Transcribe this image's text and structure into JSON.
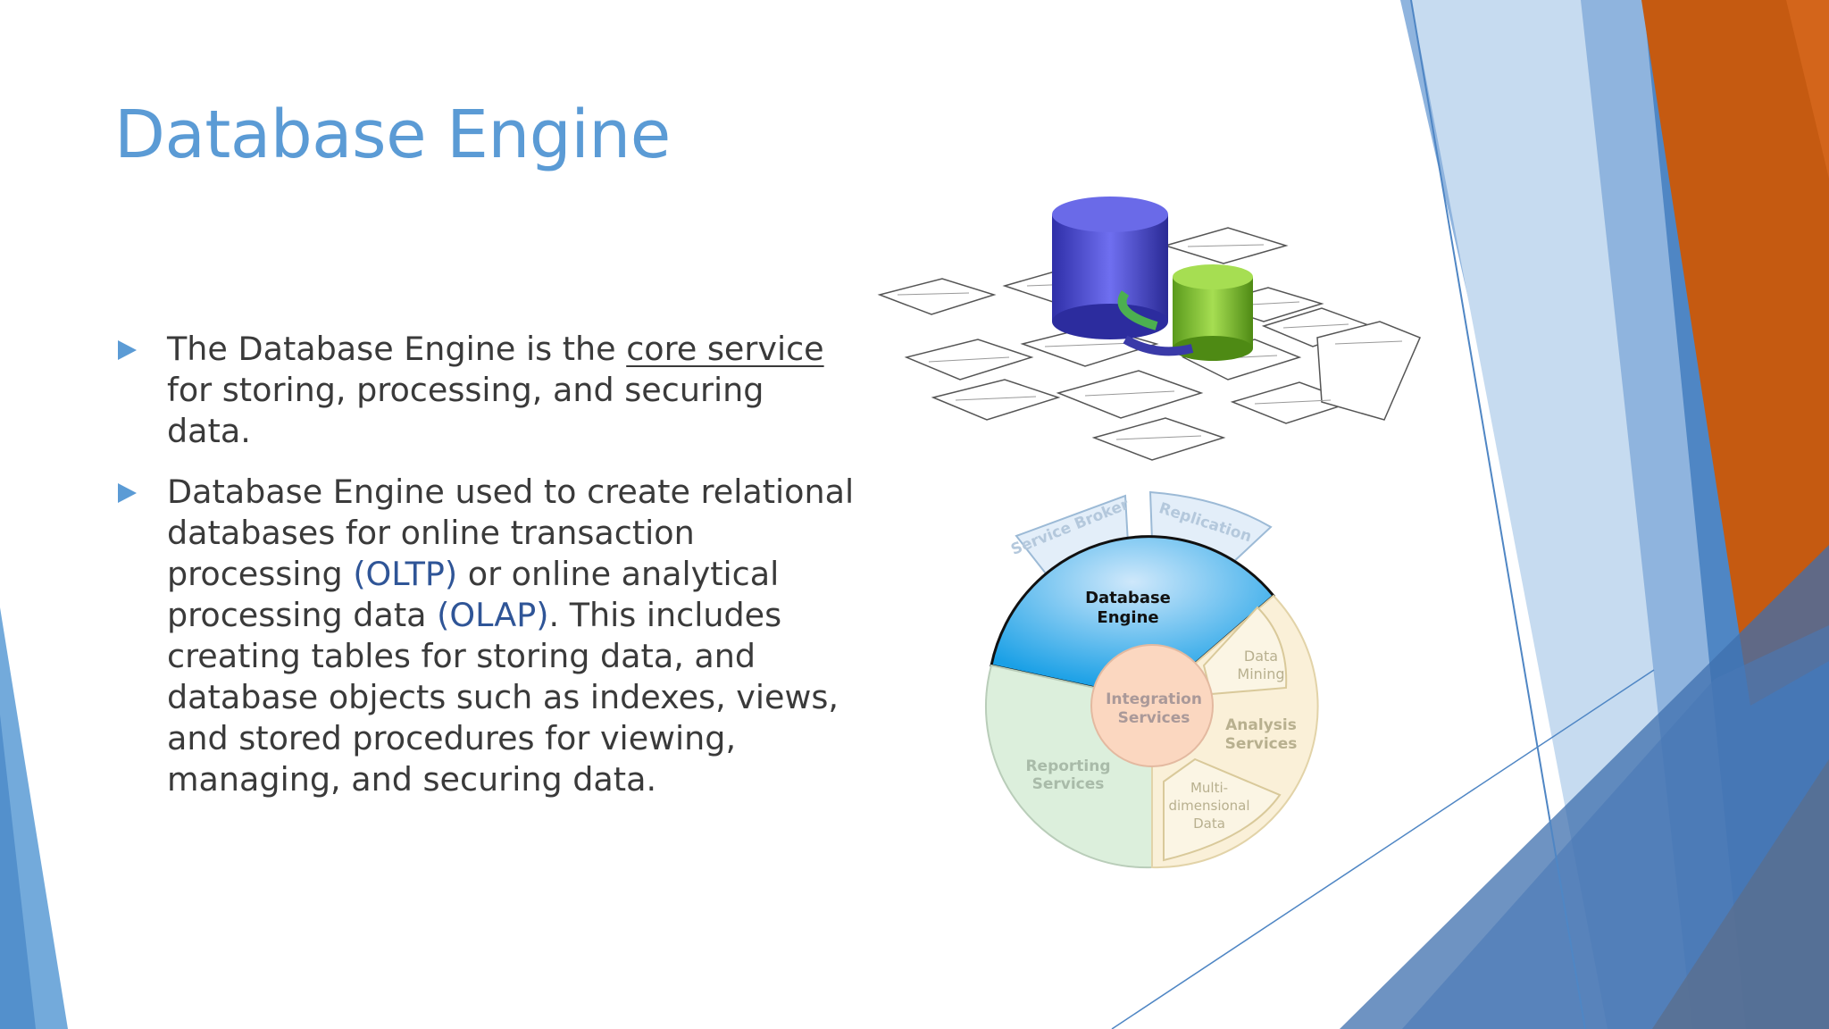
{
  "slide": {
    "title": "Database Engine",
    "colors": {
      "accent": "#5b9bd5",
      "text": "#3a3a3a",
      "highlight": "#2f5597",
      "orange": "#c55a11"
    },
    "bullets": [
      {
        "before": "The Database Engine is the ",
        "underlined": "core service",
        "after": " for storing, processing, and securing data."
      },
      {
        "part1": "Database Engine used to create relational databases for online transaction processing ",
        "oltp": "(OLTP)",
        "part2": " or online analytical processing data ",
        "olap": "(OLAP)",
        "part3": ". This includes creating tables for storing data, and database objects such as indexes, views, and stored procedures for viewing, managing, and securing data."
      }
    ]
  },
  "wheel": {
    "service_broker": "Service Broker",
    "replication": "Replication",
    "database_engine": [
      "Database",
      "Engine"
    ],
    "data_mining": [
      "Data",
      "Mining"
    ],
    "integration_services": [
      "Integration",
      "Services"
    ],
    "analysis_services": [
      "Analysis",
      "Services"
    ],
    "reporting_services": [
      "Reporting",
      "Services"
    ],
    "multidimensional_data": [
      "Multi-",
      "dimensional",
      "Data"
    ]
  }
}
